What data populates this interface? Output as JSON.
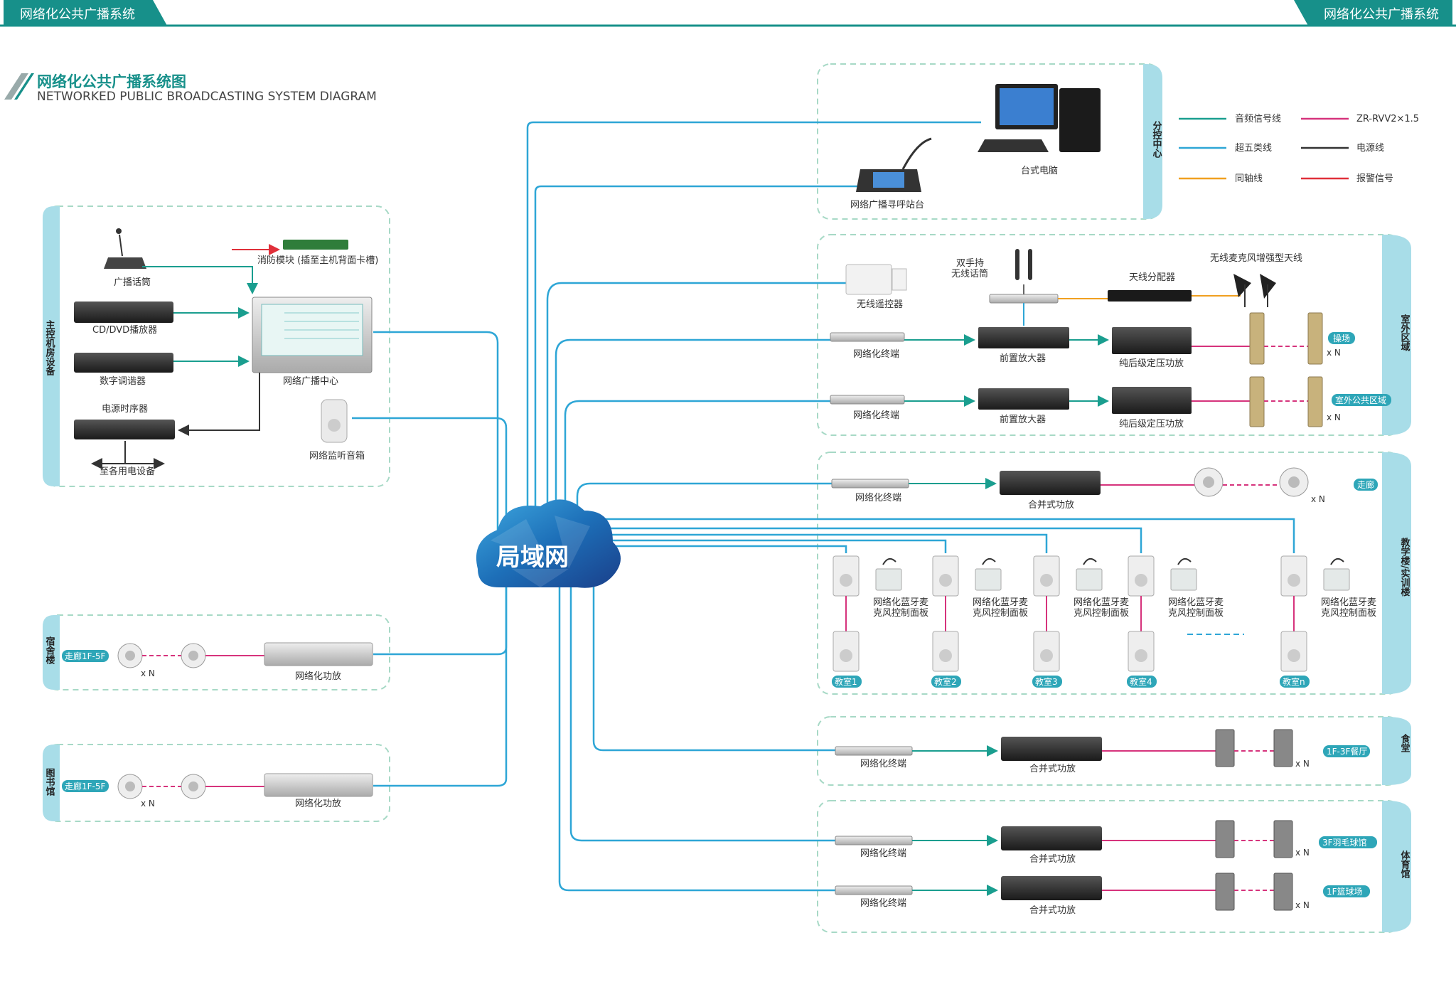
{
  "header": {
    "left_tab": "网络化公共广播系统",
    "right_tab": "网络化公共广播系统"
  },
  "title": {
    "cn": "网络化公共广播系统图",
    "en": "NETWORKED PUBLIC BROADCASTING SYSTEM DIAGRAM"
  },
  "cloud": {
    "label": "局域网"
  },
  "legend": [
    {
      "label": "音频信号线",
      "color": "#1a9e8f"
    },
    {
      "label": "ZR-RVV2×1.5",
      "color": "#d6337c"
    },
    {
      "label": "超五类线",
      "color": "#2ea6d6"
    },
    {
      "label": "电源线",
      "color": "#333333"
    },
    {
      "label": "同轴线",
      "color": "#f0a020"
    },
    {
      "label": "报警信号",
      "color": "#e0303a"
    }
  ],
  "zones": {
    "main": "主控机房设备",
    "dorm": "宿舍楼",
    "library": "图书馆",
    "sub": "分控中心",
    "outdoor": "室外区域",
    "teaching": "教学楼/实训楼",
    "canteen": "食堂",
    "gym": "体育馆"
  },
  "main_room": {
    "mic": "广播话筒",
    "fire": "消防模块 (插至主机背面卡槽)",
    "dvd": "CD/DVD播放器",
    "tuner": "数字调谐器",
    "center": "网络广播中心",
    "power": "电源时序器",
    "to_power": "至各用电设备",
    "monitor": "网络监听音箱"
  },
  "sub_center": {
    "pc": "台式电脑",
    "station": "网络广播寻呼站台"
  },
  "outdoor": {
    "remote": "无线遥控器",
    "wireless_mic": "双手持\n无线话筒",
    "splitter": "天线分配器",
    "antenna": "无线麦克风增强型天线",
    "terminal1": "网络化终端",
    "preamp1": "前置放大器",
    "amp1": "纯后级定压功放",
    "tag1": "操场",
    "terminal2": "网络化终端",
    "preamp2": "前置放大器",
    "amp2": "纯后级定压功放",
    "tag2": "室外公共区域",
    "xn": "x N"
  },
  "teaching": {
    "terminal": "网络化终端",
    "amp": "合并式功放",
    "tag": "走廊",
    "panel": "网络化蓝牙麦克风控制面板",
    "rooms": [
      "教室1",
      "教室2",
      "教室3",
      "教室4",
      "教室n"
    ]
  },
  "canteen": {
    "terminal": "网络化终端",
    "amp": "合并式功放",
    "tag": "1F-3F餐厅"
  },
  "gym": {
    "terminal1": "网络化终端",
    "amp1": "合并式功放",
    "tag1": "3F羽毛球馆",
    "terminal2": "网络化终端",
    "amp2": "合并式功放",
    "tag2": "1F篮球场"
  },
  "dorm": {
    "tag": "走廊1F-5F",
    "amp": "网络化功放"
  },
  "library": {
    "tag": "走廊1F-5F",
    "amp": "网络化功放"
  }
}
